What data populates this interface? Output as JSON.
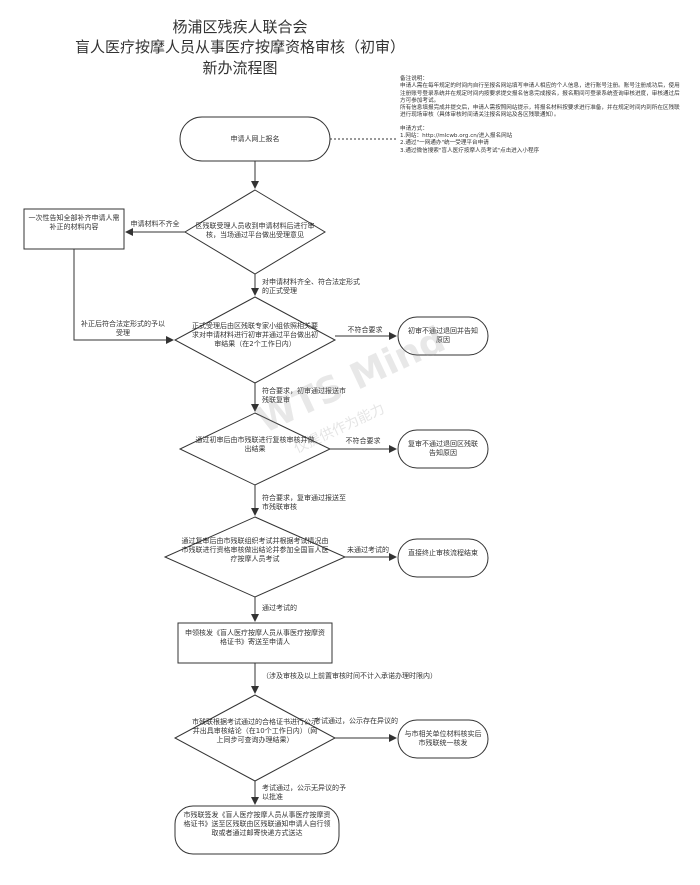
{
  "title": {
    "line1": "杨浦区残疾人联合会",
    "line2": "盲人医疗按摩人员从事医疗按摩资格审核（初审）",
    "line3": "新办流程图"
  },
  "note": {
    "heading": "备注说明：",
    "p1": "申请人需在每年规定的时间内自行至报名网站填写申请人相应的个人信息，进行账号注册。账号注册成功后，使用注册账号登录系统并在规定时间内按要求提交报名信息完成报名，报名期间可登录系统查询审核进度，审核通过后方可参加考试。",
    "p2": "所有信息填报完成并提交后，申请人需按照网站提示，将报名材料按要求进行准备，并在规定时间内到所在区残联进行现场审核（具体审核时间请关注报名网站及各区残联通知）。",
    "methods_heading": "申请方式：",
    "m1": "1.网站：http://mlcwb.org.cn/进入报名网站",
    "m2": "2.通过\"一网通办\"统一受理平台申请",
    "m3": "3.通过微信搜索\"盲人医疗按摩人员考试\"点击进入小程序"
  },
  "nodes": {
    "start": "申请人网上报名",
    "d1": "区残联受理人员收到申请材料后进行审核，当场通过平台做出受理意见",
    "left_box": "一次性告知全部补齐申请人需补正的材料内容",
    "d2": "正式受理后由区残联专家小组依照相关要求对申请材料进行初审并通过平台做出初审结果（在2个工作日内）",
    "r2": "初审不通过退回并告知原因",
    "d3": "通过初审后由市残联进行复核审核并做出结果",
    "r3": "复审不通过退回区残联告知原因",
    "d4": "通过复审后由市残联组织考试并根据考试情况由市残联进行资格审核做出结论并参加全国盲人医疗按摩人员考试",
    "r4": "直接终止审核流程结束",
    "box5": "申领核发《盲人医疗按摩人员从事医疗按摩资格证书》寄送至申请人",
    "d5": "市残联根据考试通过的合格证书进行公示并出具审核结论（在10个工作日内）（网上同步可查询办理结果）",
    "r5": "与市相关单位材料核实后市残联统一核发",
    "end": "市残联签发《盲人医疗按摩人员从事医疗按摩资格证书》送至区残联由区残联通知申请人自行领取或者通过邮寄快递方式送达"
  },
  "edges": {
    "e_left_label": "申请材料不齐全",
    "e_left_back": "补正后符合法定形式的予以受理",
    "e_d1_down": "对申请材料齐全、符合法定形式的正式受理",
    "e_d2_right": "不符合要求",
    "e_d2_down": "符合要求，初审通过报送市残联复审",
    "e_d3_right": "不符合要求",
    "e_d3_down": "符合要求，复审通过报送至市残联审核",
    "e_d4_right": "未通过考试的",
    "e_d4_down": "通过考试的",
    "e_box5_note": "（涉及审核及以上前置审核时间不计入承诺办理时限内）",
    "e_d5_right": "考试通过，公示存在异议的",
    "e_d5_down": "考试通过，公示无异议的予以批准"
  },
  "watermark": {
    "brand": "WTS Mind",
    "sub": "仅提供作为能力"
  }
}
